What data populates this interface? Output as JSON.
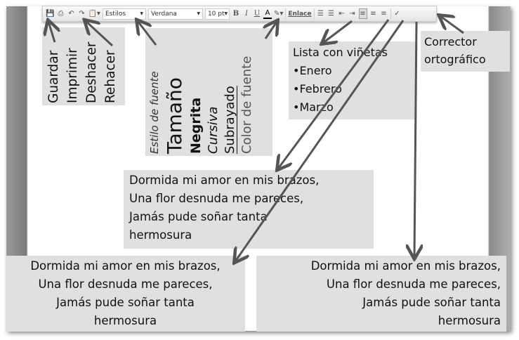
{
  "toolbar": {
    "styles": "Estilos",
    "font": "Verdana",
    "size": "10 pt",
    "bold": "B",
    "italic": "I",
    "underline": "U",
    "font_color": "A",
    "link": "Enlace"
  },
  "labels": {
    "group1": [
      "Guardar",
      "Imprimir",
      "Deshacer",
      "Rehacer"
    ],
    "style": "Estilo de fuente",
    "size": "Tamaño",
    "bold": "Negrita",
    "italic": "Cursiva",
    "underline": "Subrayado",
    "color": "Color de fuente",
    "list_title": "Lista con viñetas",
    "list_items": [
      "•Enero",
      "•Febrero",
      "•Marzo"
    ],
    "spell": [
      "Corrector",
      "ortográfico"
    ]
  },
  "poem": [
    "Dormida mi amor en mis brazos,",
    "Una flor desnuda me pareces,",
    "Jamás pude soñar tanta",
    "hermosura"
  ]
}
